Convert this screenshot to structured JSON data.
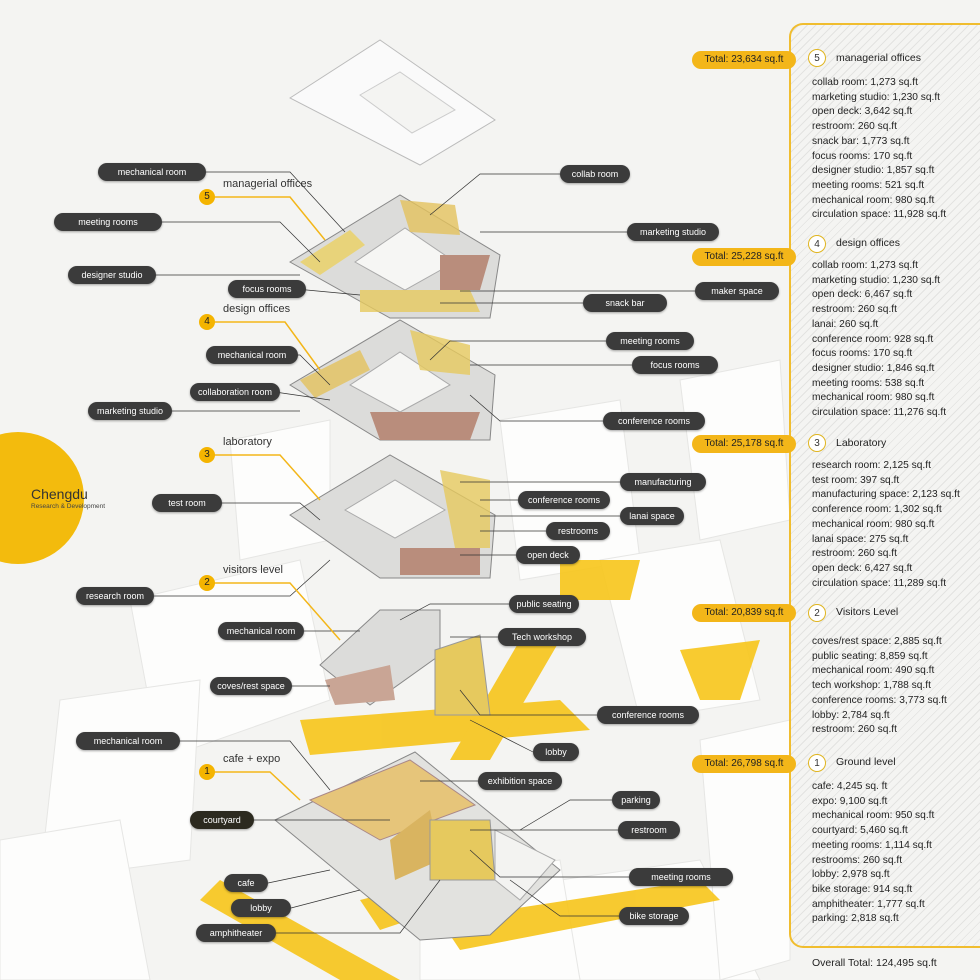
{
  "city": {
    "name": "Chengdu",
    "subtitle": "Research & Development"
  },
  "colors": {
    "accent": "#f3b619",
    "label": "#3b3b3b",
    "panel_border": "#f0bd2f",
    "floor_wood": "#b98d7c"
  },
  "levels": [
    {
      "num": "5",
      "title": "managerial offices"
    },
    {
      "num": "4",
      "title": "design offices"
    },
    {
      "num": "3",
      "title": "laboratory"
    },
    {
      "num": "2",
      "title": "visitors level"
    },
    {
      "num": "1",
      "title": "cafe + expo"
    }
  ],
  "labels": [
    "mechanical room",
    "collab room",
    "meeting rooms",
    "marketing studio",
    "designer studio",
    "maker space",
    "focus rooms",
    "snack bar",
    "meeting rooms",
    "mechanical room",
    "focus rooms",
    "collaboration room",
    "marketing studio",
    "conference rooms",
    "manufacturing",
    "test room",
    "conference rooms",
    "lanai space",
    "restrooms",
    "open deck",
    "research room",
    "public seating",
    "mechanical room",
    "Tech workshop",
    "coves/rest space",
    "conference rooms",
    "lobby",
    "mechanical room",
    "exhibition space",
    "parking",
    "courtyard",
    "restroom",
    "cafe",
    "meeting rooms",
    "lobby",
    "bike storage",
    "amphitheater"
  ],
  "sections": [
    {
      "num": "5",
      "title": "managerial offices",
      "total": "Total: 23,634 sq.ft",
      "items": [
        "collab room: 1,273 sq.ft",
        "marketing studio: 1,230 sq.ft",
        "open deck: 3,642 sq.ft",
        "restroom: 260 sq.ft",
        "snack bar: 1,773 sq.ft",
        "focus rooms: 170 sq.ft",
        "designer studio: 1,857 sq.ft",
        "meeting rooms: 521 sq.ft",
        "mechanical room: 980 sq.ft",
        "circulation space: 11,928 sq.ft"
      ]
    },
    {
      "num": "4",
      "title": "design offices",
      "total": "Total: 25,228 sq.ft",
      "items": [
        "collab room: 1,273 sq.ft",
        "marketing studio: 1,230 sq.ft",
        "open deck: 6,467 sq.ft",
        "restroom: 260 sq.ft",
        "lanai: 260 sq.ft",
        "conference room: 928 sq.ft",
        "focus rooms: 170 sq.ft",
        "designer studio: 1,846 sq.ft",
        "meeting rooms: 538 sq.ft",
        "mechanical room: 980 sq.ft",
        "circulation space: 11,276 sq.ft"
      ]
    },
    {
      "num": "3",
      "title": "Laboratory",
      "total": "Total: 25,178 sq.ft",
      "items": [
        "research room: 2,125 sq.ft",
        "test room: 397 sq.ft",
        "manufacturing space: 2,123 sq.ft",
        "conference room: 1,302 sq.ft",
        "mechanical room: 980 sq.ft",
        "lanai space: 275 sq.ft",
        "restroom: 260 sq.ft",
        "open deck: 6,427 sq.ft",
        "circulation space: 11,289 sq.ft"
      ]
    },
    {
      "num": "2",
      "title": "Visitors Level",
      "total": "Total: 20,839 sq.ft",
      "items": [
        "coves/rest space: 2,885 sq.ft",
        "public seating: 8,859 sq.ft",
        "mechanical room: 490 sq.ft",
        "tech workshop: 1,788 sq.ft",
        "conference rooms: 3,773 sq.ft",
        "lobby: 2,784 sq.ft",
        "restroom: 260 sq.ft"
      ]
    },
    {
      "num": "1",
      "title": "Ground level",
      "total": "Total: 26,798 sq.ft",
      "items": [
        "cafe: 4,245 sq. ft",
        "expo: 9,100 sq.ft",
        "mechanical room: 950 sq.ft",
        "courtyard: 5,460 sq.ft",
        "meeting rooms: 1,114 sq.ft",
        "restrooms: 260 sq.ft",
        "lobby: 2,978 sq.ft",
        "bike storage: 914 sq.ft",
        "amphitheater: 1,777 sq.ft",
        "parking: 2,818 sq.ft"
      ]
    }
  ],
  "overall": "Overall Total: 124,495 sq.ft"
}
